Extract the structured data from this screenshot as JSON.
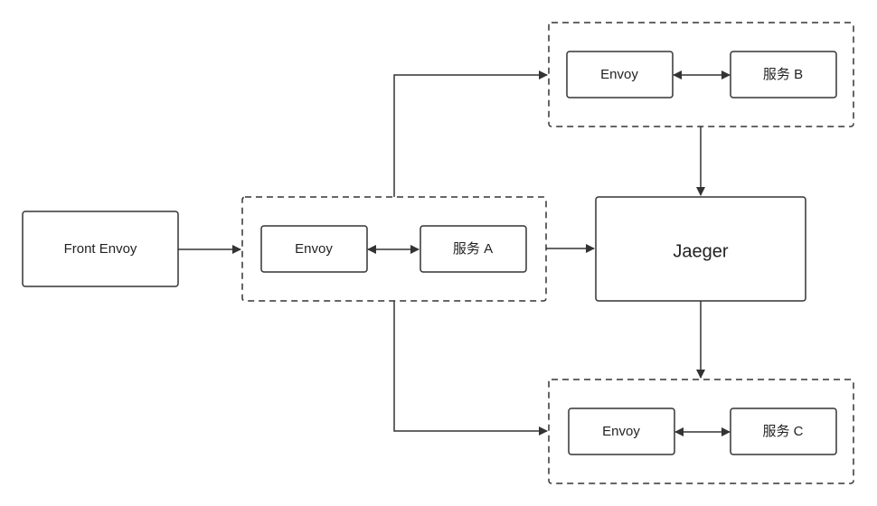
{
  "nodes": {
    "front_envoy": "Front Envoy",
    "group_a": {
      "envoy": "Envoy",
      "service": "服务 A"
    },
    "group_b": {
      "envoy": "Envoy",
      "service": "服务 B"
    },
    "group_c": {
      "envoy": "Envoy",
      "service": "服务 C"
    },
    "jaeger": "Jaeger"
  },
  "colors": {
    "stroke": "#333333",
    "text": "#222222",
    "background": "#ffffff"
  }
}
